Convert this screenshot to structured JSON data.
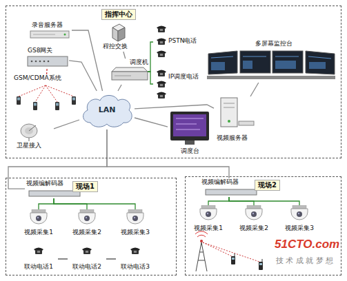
{
  "diagram": {
    "nodes": [
      {
        "text": [
          "指挥中心"
        ]
      },
      {
        "text": [
          "录音服务器"
        ],
        "in": 0
      },
      {
        "text": [
          "GS8网关"
        ],
        "in": 0
      },
      {
        "text": [
          "GSM/CDMA系统"
        ],
        "in": 0
      },
      {
        "text": [
          "程控交换"
        ],
        "in": 0
      },
      {
        "text": [
          "调度机"
        ],
        "in": 0
      },
      {
        "text": [
          "PSTN电话"
        ],
        "in": 0
      },
      {
        "text": [
          "IP调度电话"
        ],
        "in": 0
      },
      {
        "text": [
          "多屏幕监控台"
        ],
        "in": 0
      },
      {
        "text": [
          "LAN"
        ],
        "in": 0
      },
      {
        "text": [
          "视频服务器"
        ],
        "in": 0
      },
      {
        "text": [
          "调度台"
        ],
        "in": 0
      },
      {
        "text": [
          "卫星接入"
        ],
        "in": 0
      },
      {
        "text": [
          "现场1"
        ]
      },
      {
        "text": [
          "视频编解码器"
        ],
        "in": 13
      },
      {
        "text": [
          "视频采集1"
        ],
        "in": 13
      },
      {
        "text": [
          "视频采集2"
        ],
        "in": 13
      },
      {
        "text": [
          "视频采集3"
        ],
        "in": 13
      },
      {
        "text": [
          "联动电话1"
        ],
        "in": 13
      },
      {
        "text": [
          "联动电话2"
        ],
        "in": 13
      },
      {
        "text": [
          "联动电话3"
        ],
        "in": 13
      },
      {
        "text": [
          "现场2"
        ]
      },
      {
        "text": [
          "视频编解码器"
        ],
        "in": 21
      },
      {
        "text": [
          "视频采集1"
        ],
        "in": 21
      },
      {
        "text": [
          "视频采集2"
        ],
        "in": 21
      },
      {
        "text": [
          "视频采集3"
        ],
        "in": 21
      }
    ],
    "edges": [
      {
        "from": 1,
        "to": 9,
        "arrow": "none"
      },
      {
        "from": 2,
        "to": 9,
        "arrow": "none"
      },
      {
        "from": 2,
        "to": 3,
        "arrow": "none"
      },
      {
        "from": 12,
        "to": 9,
        "arrow": "none"
      },
      {
        "from": 4,
        "to": 5,
        "arrow": "none"
      },
      {
        "from": 5,
        "to": 9,
        "arrow": "none"
      },
      {
        "from": 5,
        "to": 6,
        "arrow": "none"
      },
      {
        "from": 5,
        "to": 7,
        "arrow": "none"
      },
      {
        "from": 9,
        "to": 10,
        "arrow": "none"
      },
      {
        "from": 9,
        "to": 11,
        "arrow": "none"
      },
      {
        "from": 10,
        "to": 8,
        "arrow": "none"
      },
      {
        "from": 9,
        "to": 14,
        "arrow": "none"
      },
      {
        "from": 9,
        "to": 22,
        "arrow": "none"
      },
      {
        "from": 14,
        "to": 15,
        "arrow": "none"
      },
      {
        "from": 14,
        "to": 16,
        "arrow": "none"
      },
      {
        "from": 14,
        "to": 17,
        "arrow": "none"
      },
      {
        "from": 18,
        "to": 19,
        "arrow": "none"
      },
      {
        "from": 19,
        "to": 20,
        "arrow": "none"
      },
      {
        "from": 22,
        "to": 23,
        "arrow": "none"
      },
      {
        "from": 22,
        "to": 24,
        "arrow": "none"
      },
      {
        "from": 22,
        "to": 25,
        "arrow": "none"
      }
    ],
    "labels": [
      "51CTO.com",
      "技 术 成 就 梦 想"
    ]
  }
}
